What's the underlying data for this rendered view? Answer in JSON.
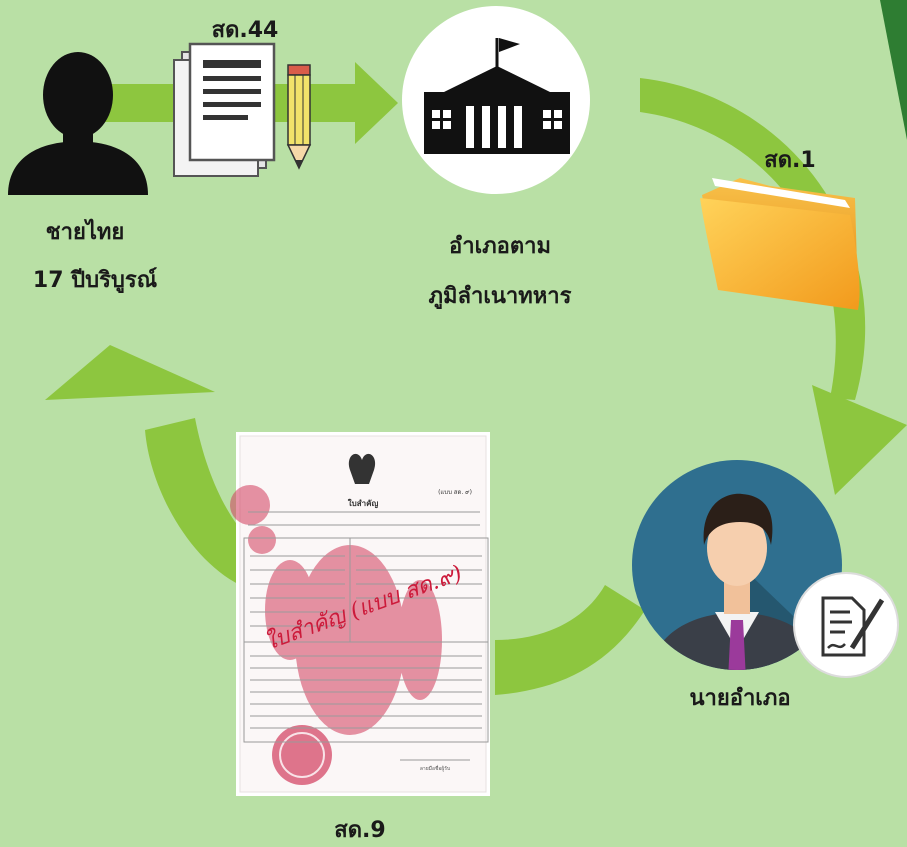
{
  "colors": {
    "background": "#b9e0a5",
    "arrow": "#8dc63f",
    "corner_accent": "#2e7d32",
    "folder": "#f5a623",
    "avatar_circle": "#2f6f8f",
    "tie": "#9b3a9b",
    "stamp_red": "#d23c5c",
    "ink_red": "#cc1a3a"
  },
  "nodes": {
    "citizen": {
      "icon": "person-silhouette-icon",
      "label_line1": "ชายไทย",
      "label_line2": "17 ปีบริบูรณ์"
    },
    "form_sd44": {
      "icon": "documents-with-pencil-icon",
      "label": "สด.44"
    },
    "district_office": {
      "icon": "government-building-icon",
      "label_line1": "อำเภอตาม",
      "label_line2": "ภูมิลำเนาทหาร"
    },
    "form_sd1": {
      "icon": "folder-icon",
      "label": "สด.1"
    },
    "district_chief": {
      "icon": "officer-avatar-icon",
      "badge_icon": "sign-document-icon",
      "label": "นายอำเภอ"
    },
    "form_sd9": {
      "icon": "certificate-document-icon",
      "label": "สด.9",
      "doc_title": "ใบสำคัญ",
      "doc_form_no": "(แบบ สด. ๙)",
      "handwritten": "ใบสำคัญ (แบบ สด.๙)",
      "signature_line": "ลายมือชื่อผู้รับ"
    }
  }
}
